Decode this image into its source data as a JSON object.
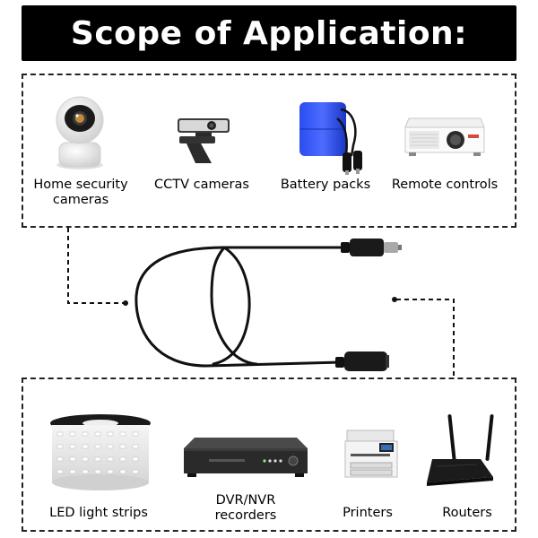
{
  "header": {
    "title": "Scope of Application:"
  },
  "top_items": [
    {
      "label": "Home security\ncameras",
      "icon": "security-camera-icon"
    },
    {
      "label": "CCTV cameras",
      "icon": "cctv-camera-icon"
    },
    {
      "label": "Battery packs",
      "icon": "battery-pack-icon"
    },
    {
      "label": "Remote controls",
      "icon": "projector-icon"
    }
  ],
  "bottom_items": [
    {
      "label": "LED light strips",
      "icon": "led-strip-reel-icon"
    },
    {
      "label": "DVR/NVR\nrecorders",
      "icon": "dvr-recorder-icon"
    },
    {
      "label": "Printers",
      "icon": "printer-icon"
    },
    {
      "label": "Routers",
      "icon": "router-icon"
    }
  ],
  "center": {
    "icon": "dc-extension-cable-icon"
  },
  "colors": {
    "banner": "#000000",
    "dashed": "#222222",
    "cable": "#111111",
    "battery": "#1f3fd6"
  }
}
